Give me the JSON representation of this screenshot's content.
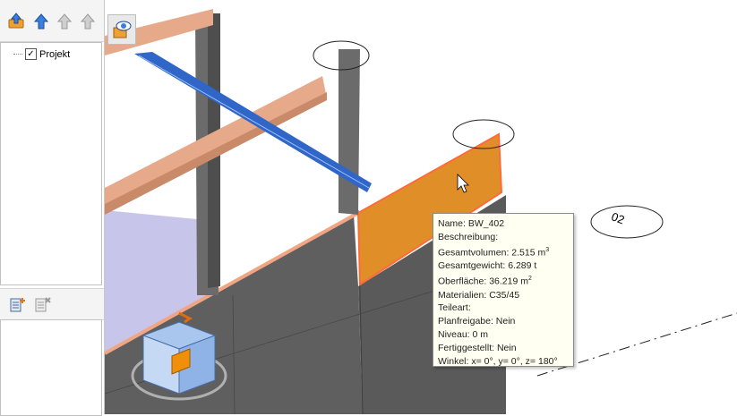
{
  "left_panel": {
    "tree": {
      "root_label": "Projekt",
      "root_checked": true
    },
    "top_toolbar_icons": [
      "folder-up-icon",
      "arrow-up-blue-icon",
      "arrow-up-gray-icon",
      "arrow-up-gray-icon-2"
    ],
    "bottom_toolbar_icons": [
      "add-layer-icon",
      "remove-layer-icon"
    ]
  },
  "viewport": {
    "toggle_icon": "visibility-eye-icon",
    "grid_axis_label": "02",
    "tooltip": {
      "name": "Name: BW_402",
      "beschreibung": "Beschreibung:",
      "gesamtvolumen": "Gesamtvolumen: 2.515 m",
      "gesamtvolumen_unit_exp": "3",
      "gesamtgewicht": "Gesamtgewicht: 6.289 t",
      "oberflaeche": "Oberfläche: 36.219 m",
      "oberflaeche_unit_exp": "2",
      "materialien": "Materialien: C35/45",
      "teileart": "Teileart:",
      "planfreigabe": "Planfreigabe: Nein",
      "niveau": "Niveau: 0 m",
      "fertiggestellt": "Fertiggestellt: Nein",
      "winkel": "Winkel: x= 0°, y= 0°, z= 180°"
    },
    "colors": {
      "selected_panel": "#e08e28",
      "concrete": "#5f5f5f",
      "beam": "#e6a98a",
      "blue_bar": "#2f66c8",
      "slab": "#c7c6ea"
    }
  }
}
